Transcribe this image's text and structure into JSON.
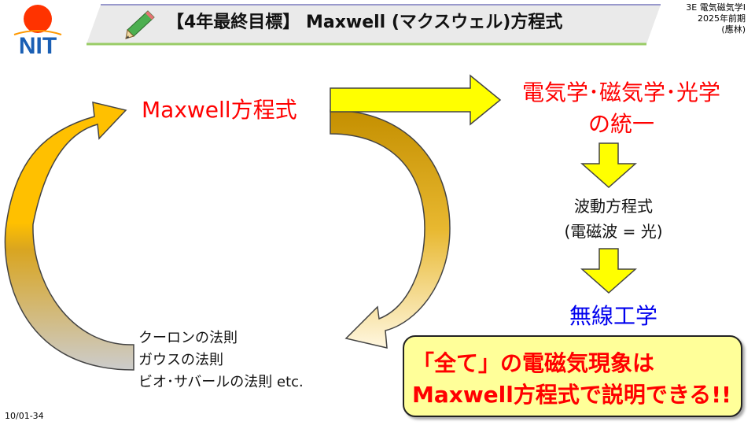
{
  "header": {
    "logo_text": "NIT",
    "title": "【4年最終目標】 Maxwell (マクスウェル)方程式",
    "course": "3E 電気磁気学I",
    "term": "2025年前期",
    "instructor": "(應林)"
  },
  "diagram": {
    "maxwell": "Maxwell方程式",
    "unify_line1": "電気学･磁気学･光学",
    "unify_line2": "の統一",
    "wave_line1": "波動方程式",
    "wave_line2": "(電磁波 = 光)",
    "wireless": "無線工学",
    "laws": [
      "クーロンの法則",
      "ガウスの法則",
      "ビオ･サバールの法則 etc."
    ]
  },
  "callout": {
    "line1": "「全て」の電磁気現象は",
    "line2": "Maxwell方程式で説明できる!!"
  },
  "footer": {
    "slide_number": "10/01-34"
  },
  "colors": {
    "accent_red": "#ff0000",
    "wireless_blue": "#0000ee",
    "arrow_yellow": "#ffff00",
    "arrow_gold": "#f2b200",
    "callout_fill": "#ffff99"
  },
  "icons": {
    "header_icon": "pencil-icon",
    "logo": "nit-logo"
  }
}
